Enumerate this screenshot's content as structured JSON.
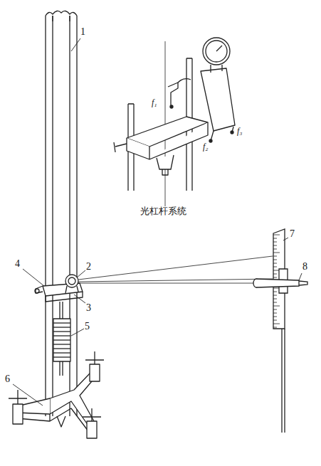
{
  "diagram": {
    "labels": [
      "1",
      "2",
      "3",
      "4",
      "5",
      "6",
      "7",
      "8",
      "光杠杆系统",
      "f₁",
      "f₂",
      "f₃"
    ]
  }
}
